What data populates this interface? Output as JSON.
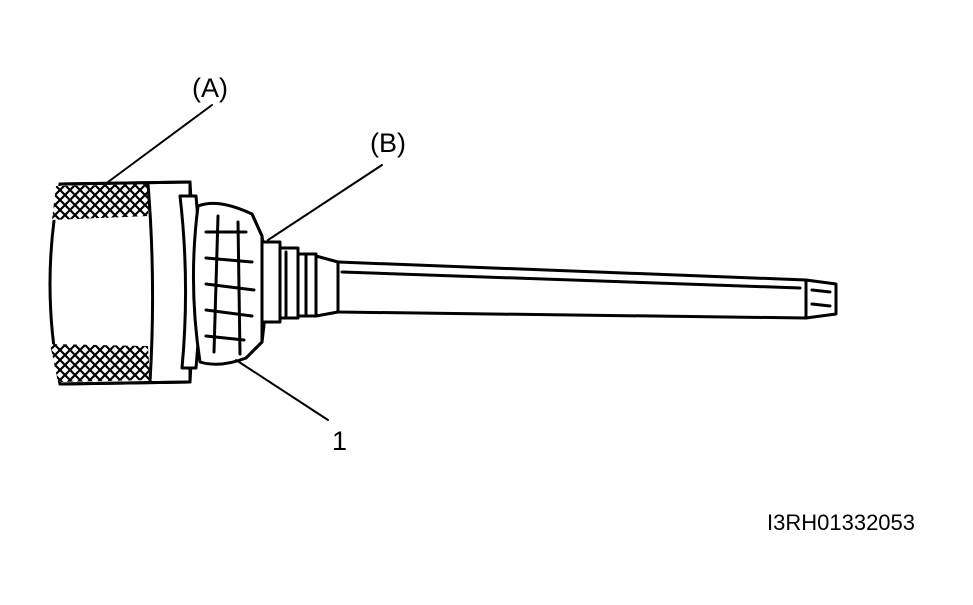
{
  "labels": {
    "a": "(A)",
    "b": "(B)",
    "one": "1"
  },
  "figure_code": "I3RH01332053"
}
